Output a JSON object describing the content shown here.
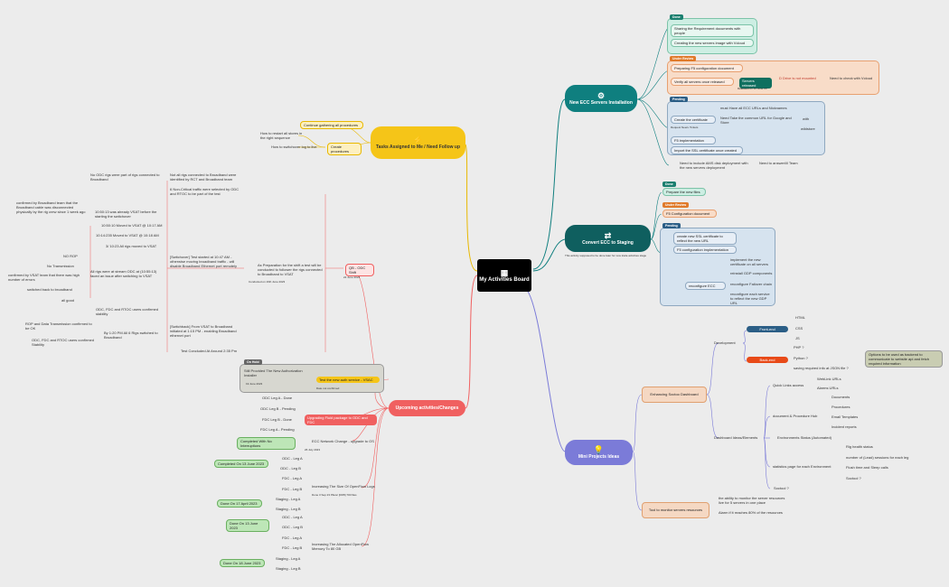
{
  "root": {
    "title": "My Activities Board"
  },
  "hubs": {
    "new_ecc": "New ECC Servers Installation",
    "convert_ecc": "Convert ECC to Staging",
    "convert_ecc_note": "This activity supposed to be done later for new trade activities stage",
    "tasks": "Tasks Assigned to Me / Need Follow up",
    "upcoming": "Upcoming activities/Changes",
    "mini": "Mini Projects Ideas"
  },
  "new_ecc": {
    "done_tag": "Done",
    "done": [
      "Sharing the Requirement documents with people",
      "Creating the new servers image with Vcloud"
    ],
    "review_tag": "Under Review",
    "review": [
      "Preparing F5 configuration document",
      "Verify all servers once released",
      "Servers released",
      "Released on 12 June 23",
      "D Drive is not mounted",
      "Need to check with Vcloud"
    ],
    "pending_tag": "Pending",
    "pending": [
      "Create the certificate",
      "Request Neeru Tickets",
      "Need Take the common URL for Google and Store",
      "must Have all ECC URLs and Nicknames",
      "with",
      "wildstore",
      "F5 implementation",
      "Import the SSL certificate once created"
    ],
    "extra": [
      "Need to include AMS disk deployment with the new servers deployment",
      "Need to answer/ill Team"
    ]
  },
  "convert_ecc": {
    "done_tag": "Done",
    "done": [
      "Prepare the new files"
    ],
    "review_tag": "Under Review",
    "review": [
      "F5 Configuration document"
    ],
    "pending_tag": "Pending",
    "pending": [
      "create new SSL certificate to reflect the new URL",
      "F5 configuration implementation",
      "reconfigure ECC",
      "implement the new certificate on all servers",
      "reinstall GDP components",
      "reconfigure Failover chain",
      "reconfigure each service to reflect the new GDP URL"
    ]
  },
  "tasks": {
    "items": [
      "Continue gathering all procedures",
      "How to restart all stores in the right sequence",
      "How to switchover log to live",
      "Create procedures"
    ]
  },
  "cutover": {
    "title": "QB - ODC Shift",
    "date": "22 June 2023",
    "prep": "As Preparation for the shift a test will be conducted to follower the rigs connected to Broadband to VSAT",
    "prep_note": "Conducted on 19th June 2023",
    "l1": [
      "Not all rigs connected to Broadband were identified by RCT and Broadband team",
      "6 Non-Critical traffic were selected by ODC and RTOC to be part of the test"
    ],
    "l1_sub": [
      "No ODC rigs were part of rigs connected to Broadband"
    ],
    "switchover": "[Switchover] Test started at 10:47 AM - otherwise moving broadband traffic - will disable Broadband Ethernet port remotely",
    "timeline": [
      "10:50:13 was already VSAT before the starting the switchover",
      "10:50:10 Moved to VSAT @ 10:17 AM",
      "10:14:235 Moved to VSAT @ 10:18 AM",
      "3/ 10:23 All rigs moved to VSAT"
    ],
    "confirmed": "confirmed by Broadband team that the Broadband cable was disconnected physically by the rig crew since 1 week ago",
    "all_rigs": "All rigs were at stream ODC at (10:55:13) faced an issue after switching to VSAT",
    "issue_sub": [
      "NO ROP",
      "No Transmission",
      "confirmed by VSAT team that there was high number of errors",
      "switched back to broadband",
      "all good"
    ],
    "confirmed_stable": "ODC, FDC and RTOC users confirmed stability",
    "switchback": "[Switchback] From VSAT to Broadband initiated at 1:15 PM - enabling Broadband ethernet port",
    "switchback_sub": [
      "ROP and Data Transmission confirmed to be OK",
      "ODC, FDC and RTOC users confirmed Stability",
      "By 1:20 PM All 6 Rigs switched to Broadband"
    ],
    "concluded": "Test Concluded At Around 2:35 Pm"
  },
  "upcoming": {
    "on_hold_tag": "On Hold",
    "on_hold": [
      "Still Provided The New Authorization Installer",
      "Test the new auth service - VSAC",
      "19 June 2023",
      "Date not confirmed"
    ],
    "upgrading": "Upgrading Fluid package to ODC and FDC",
    "upgrade_items": [
      "ODC Leg A - Done",
      "ODC Leg B - Pending",
      "FDC Leg B - Done",
      "FDC Leg A - Pending"
    ],
    "ecc_network": "ECC Network Change - upgrade to OS",
    "ecc_network_note": "Completed With No Interruptions",
    "ecc_date": "26 July 2023",
    "openflow": "Increasing The Size Of OpenFlow Logs",
    "openflow_note": "Done 3 Sep 23 Pilanc [DFB] 700 files",
    "openflow_items": [
      "ODC - Leg A",
      "ODC - Leg B",
      "FDC - Leg A",
      "FDC - Leg B",
      "Staging - Leg A",
      "Staging - Leg B"
    ],
    "openflow_status": [
      "Completed On 13 June 2023",
      "Done On 17 April 2023"
    ],
    "memory": "Increasing The Allocated OpenFlow Memory To 80 GB",
    "memory_items": [
      "ODC - Leg A",
      "ODC - Leg B",
      "FDC - Leg A",
      "FDC - Leg B",
      "Staging - Leg A",
      "Staging - Leg B"
    ],
    "memory_status": [
      "Done On 13 June 2023",
      "Done On 18 June 2023"
    ]
  },
  "mini": {
    "dashboard": "Enhancing Soctoo Dashboard",
    "development": "Development",
    "frontend": "Front-end",
    "frontend_items": [
      "HTML",
      "CSS",
      "JS"
    ],
    "backend": "Back-end",
    "backend_items": [
      "PHP ?",
      "Python ?",
      "saving required info at JSON file ?"
    ],
    "backend_note": "Options to be used as backend to communicate to website api and fetch required information",
    "dashboard_ideas": "Dashboard Ideas/Elements",
    "quick_links": "Quick Links access",
    "quick_items": [
      "WebLink URLs",
      "Alarms URLs"
    ],
    "doc_hub": "document & Procedure Hub",
    "doc_items": [
      "Documents",
      "Procedures",
      "Email Templates",
      "Incident reports"
    ],
    "env_status": "Environments Status (Automated)",
    "stats": "statistics page for each Environment",
    "stats_items": [
      "Rig health status",
      "number of (Lead) sessions for each leg",
      "Flush time and Sleep calls",
      "Soctool ?"
    ],
    "soctool": "Soctool ?",
    "monitor": "Tool to monitor servers resources",
    "monitor_items": [
      "the ability to monitor the server resources live for 5 servers in one place",
      "Alarm if it reaches 80% of the resources"
    ]
  },
  "colors": {
    "teal": "#0f7f7f",
    "orange": "#f5c518",
    "red": "#f06060",
    "purple": "#7b7bd8",
    "green": "#3aa07a"
  }
}
